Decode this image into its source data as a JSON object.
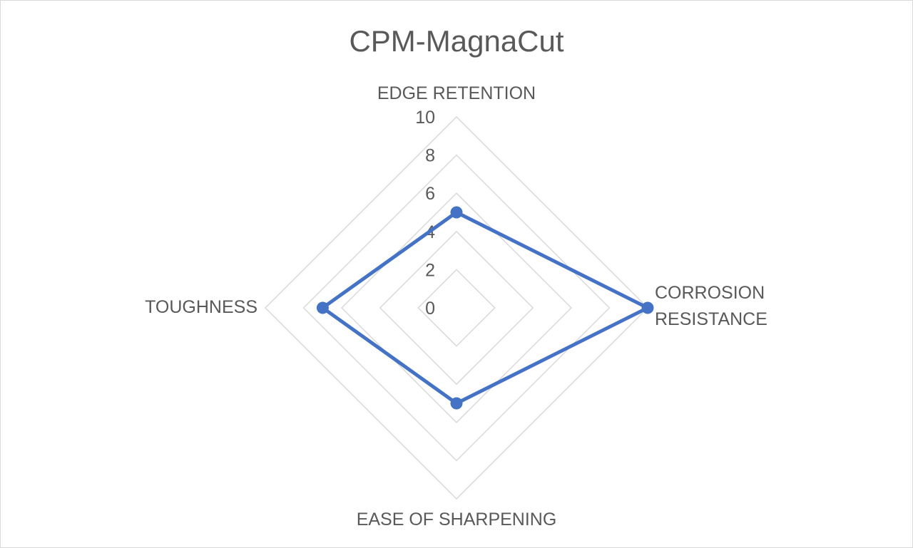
{
  "chart_data": {
    "type": "radar",
    "title": "CPM-MagnaCut",
    "axes": [
      {
        "name": "EDGE RETENTION",
        "label_lines": [
          "EDGE RETENTION"
        ]
      },
      {
        "name": "CORROSION RESISTANCE",
        "label_lines": [
          "CORROSION",
          "RESISTANCE"
        ]
      },
      {
        "name": "EASE OF SHARPENING",
        "label_lines": [
          "EASE OF SHARPENING"
        ]
      },
      {
        "name": "TOUGHNESS",
        "label_lines": [
          "TOUGHNESS"
        ]
      }
    ],
    "series": [
      {
        "values": [
          5,
          10,
          5,
          7
        ],
        "color": "#4472c4"
      }
    ],
    "rlim": [
      0,
      10
    ],
    "ticks": [
      "0",
      "2",
      "4",
      "6",
      "8",
      "10"
    ],
    "grid": true,
    "gridColor": "#d9d9d9"
  }
}
